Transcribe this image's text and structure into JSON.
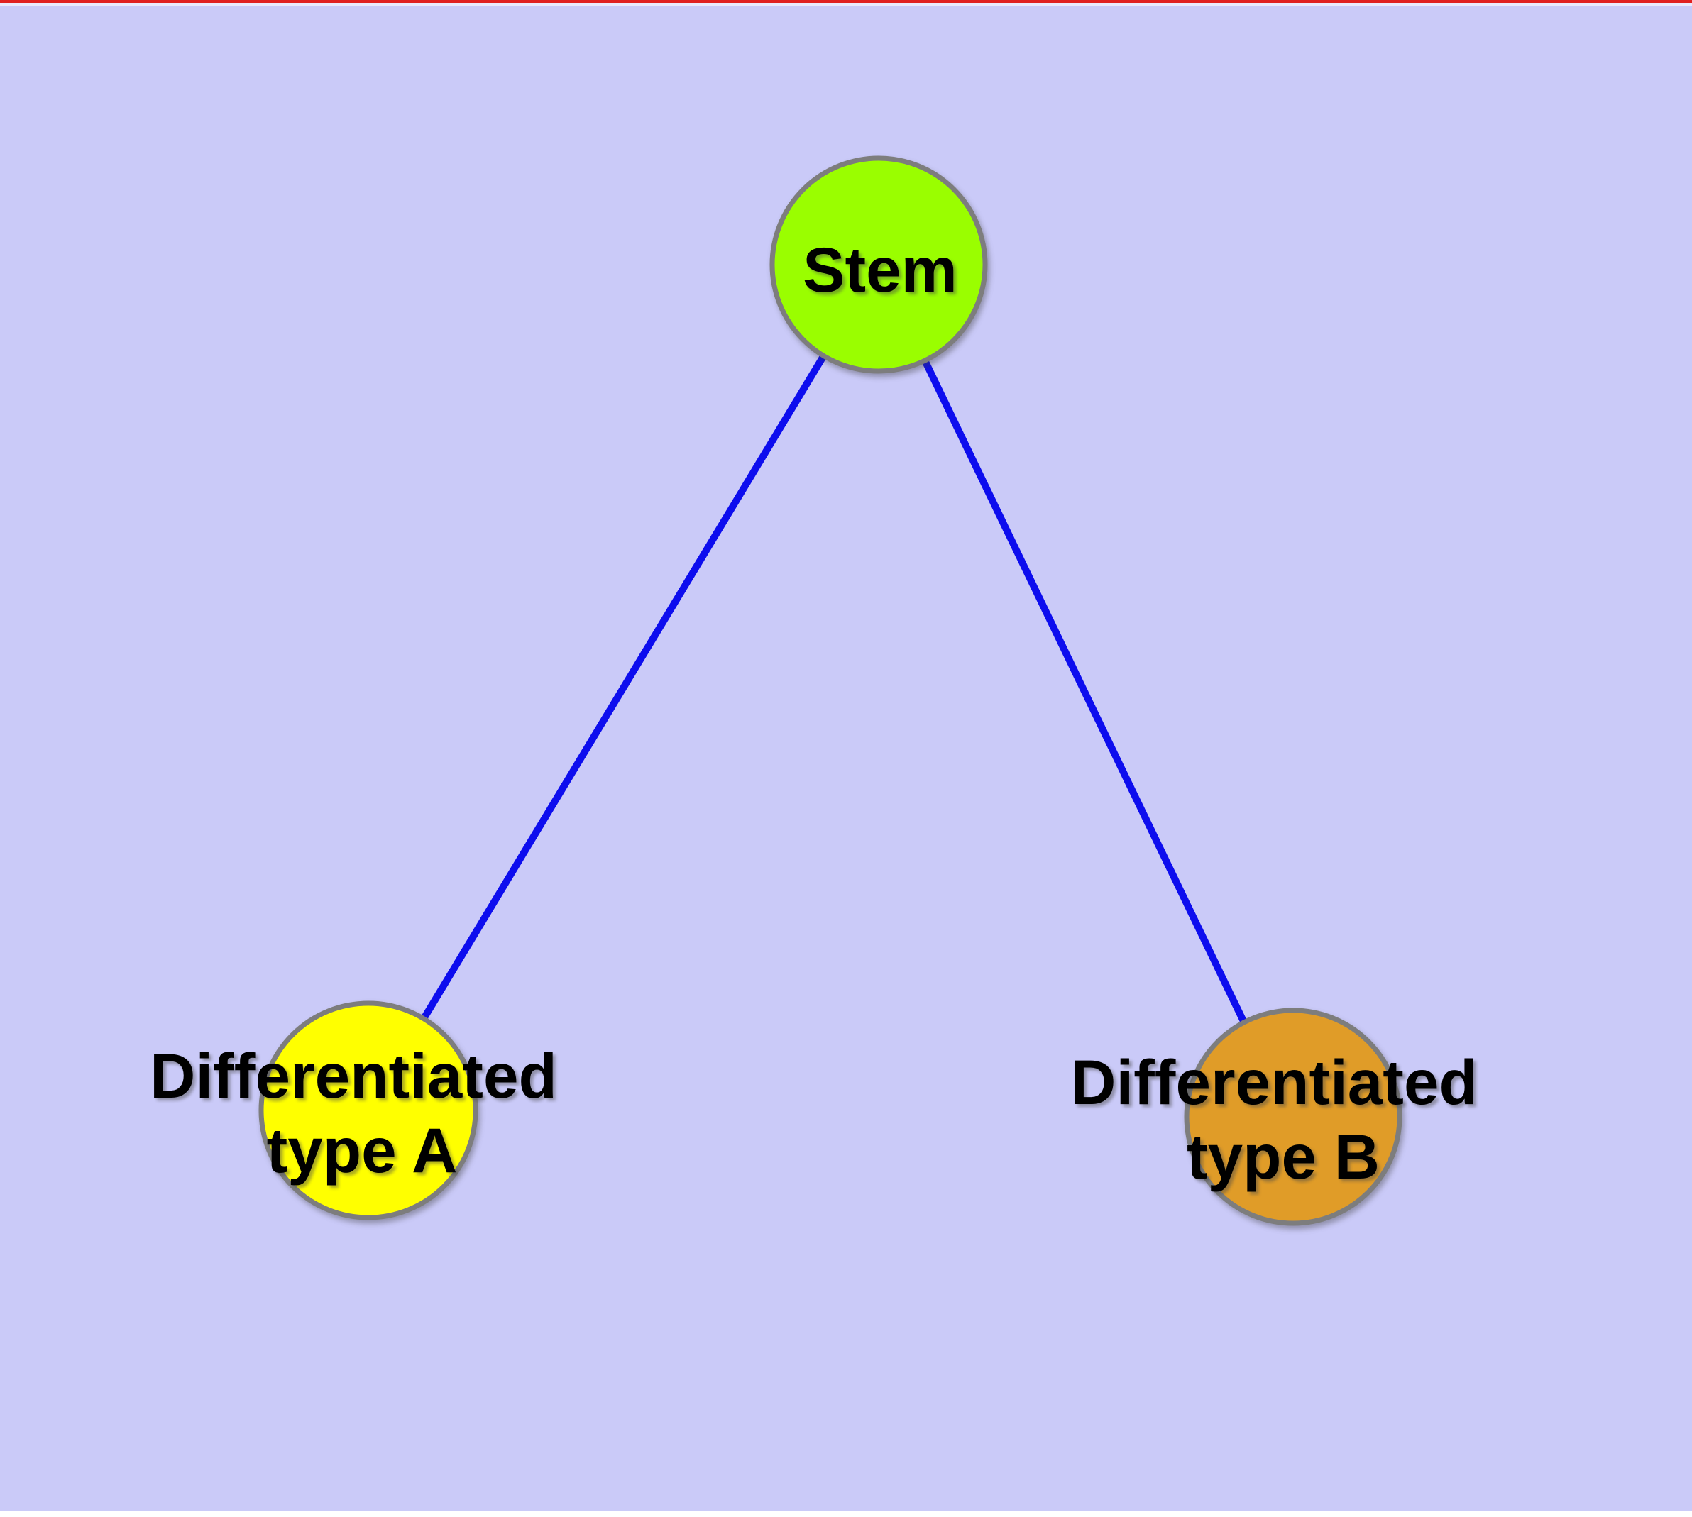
{
  "diagram": {
    "background_color": "#CACAF8",
    "top_accent_color": "#E02020",
    "top_highlight_color": "#EAEAFD",
    "edge_color": "#0D0DEE",
    "node_border_color": "#7D7D7D",
    "text_color": "#000000",
    "nodes": [
      {
        "id": "stem",
        "label": "Stem",
        "fill": "#9AFE00"
      },
      {
        "id": "differentiated-type-a",
        "label_line1": "Differentiated",
        "label_line2": "type A",
        "fill": "#FFFF00"
      },
      {
        "id": "differentiated-type-b",
        "label_line1": "Differentiated",
        "label_line2": "type B",
        "fill": "#E09C28"
      }
    ],
    "edges": [
      {
        "from": "stem",
        "to": "differentiated-type-a"
      },
      {
        "from": "stem",
        "to": "differentiated-type-b"
      }
    ]
  }
}
